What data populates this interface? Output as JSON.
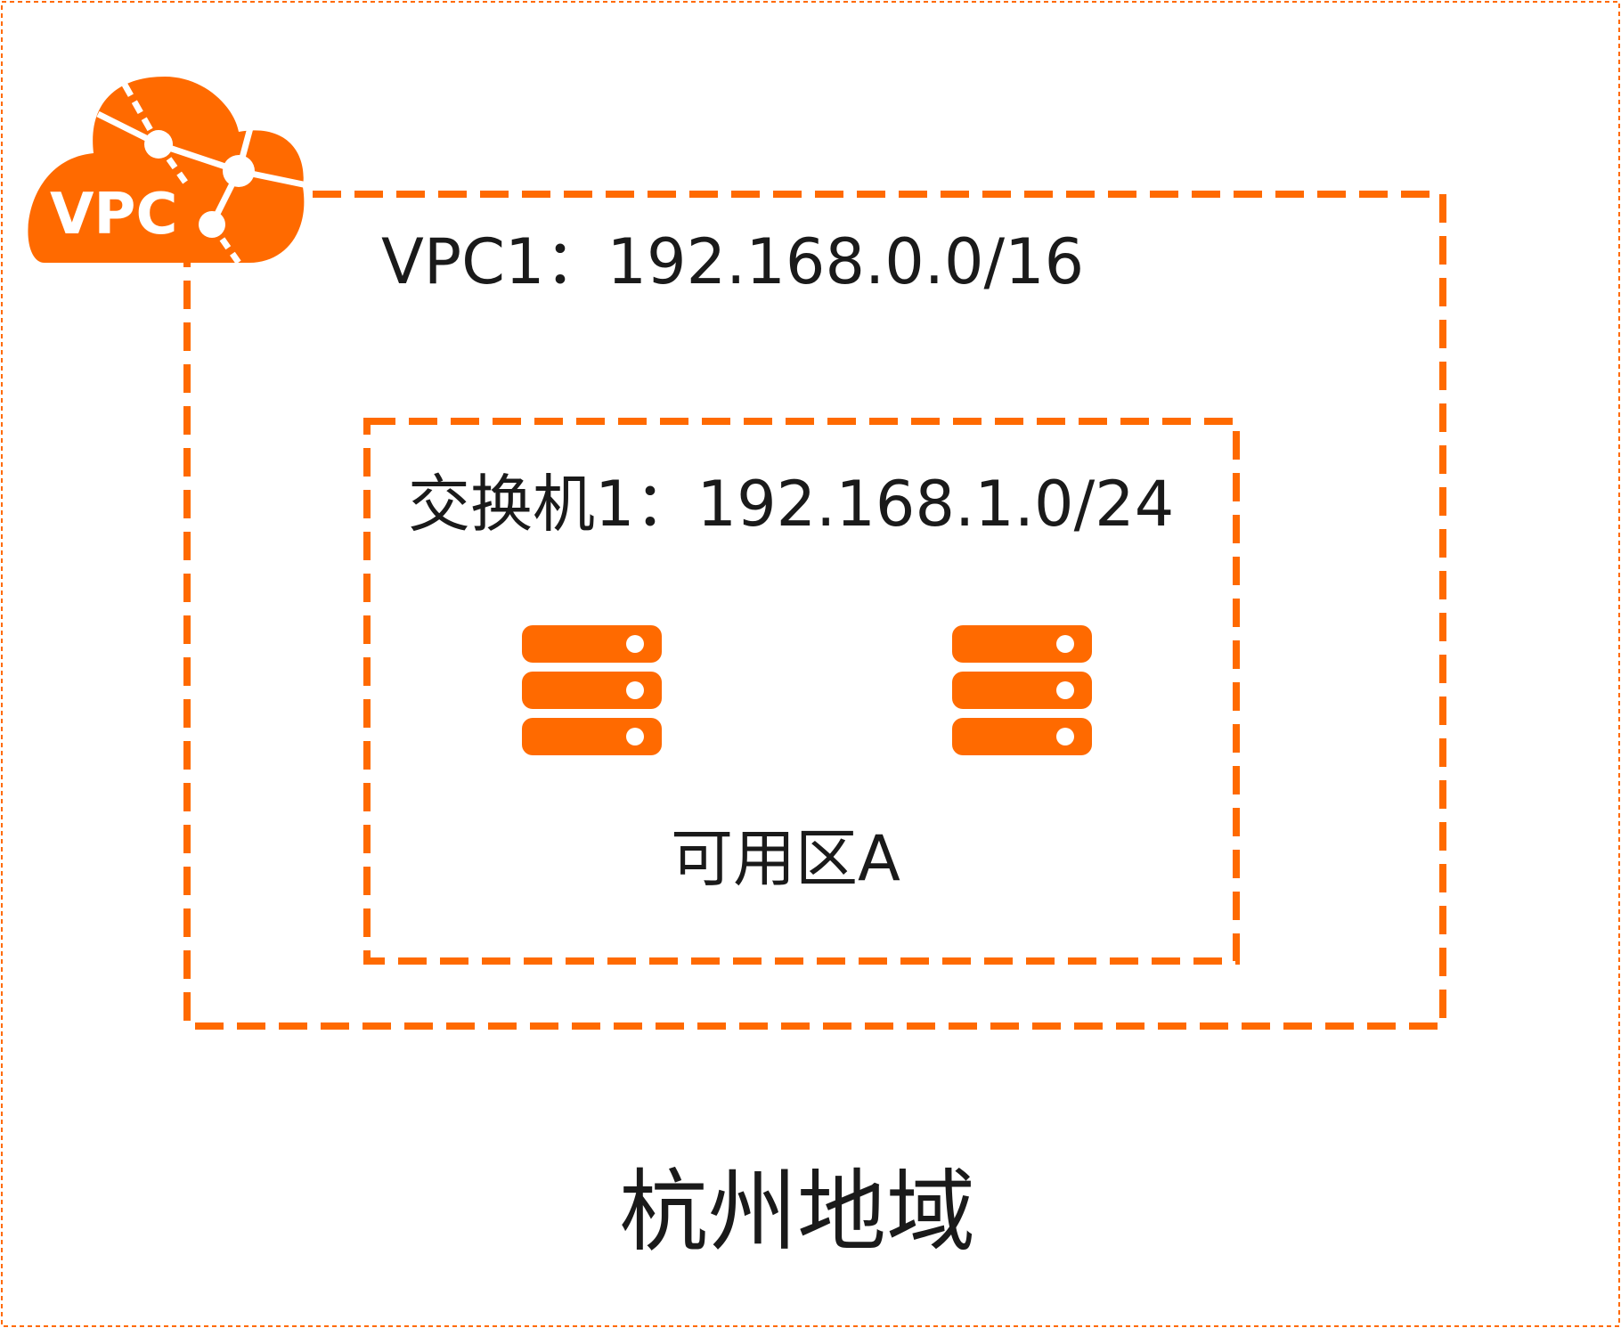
{
  "colors": {
    "accent": "#ff6a00",
    "outer_border": "#ff6a00",
    "text": "#1a1a1a",
    "background": "#ffffff"
  },
  "region": {
    "label": "杭州地域"
  },
  "vpc": {
    "icon_name": "vpc-cloud-icon",
    "icon_text": "VPC",
    "label": "VPC1：192.168.0.0/16"
  },
  "vswitch": {
    "label": "交换机1：192.168.1.0/24"
  },
  "zone": {
    "label": "可用区A"
  },
  "servers": [
    {
      "icon_name": "server-icon"
    },
    {
      "icon_name": "server-icon"
    }
  ]
}
